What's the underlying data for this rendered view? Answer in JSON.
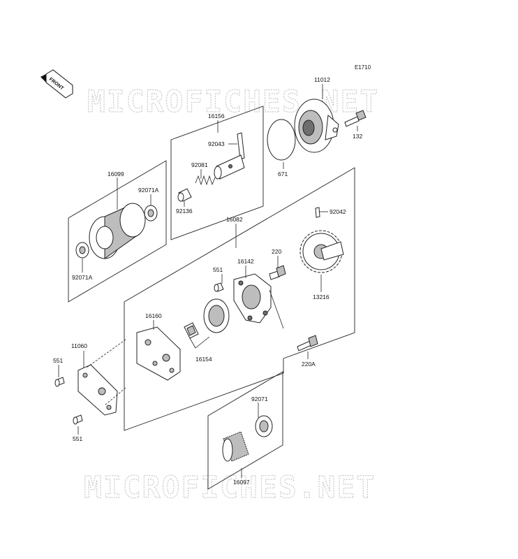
{
  "diagram": {
    "id_label": "E1710",
    "front_label": "FRONT",
    "watermark_text": "MICROFICHES.NET",
    "colors": {
      "line": "#222222",
      "shade": "#bdbdbd",
      "watermark": "#c9c9c9"
    },
    "parts": [
      {
        "key": "p11012",
        "number": "11012"
      },
      {
        "key": "p132",
        "number": "132"
      },
      {
        "key": "p16156",
        "number": "16156"
      },
      {
        "key": "p92043",
        "number": "92043"
      },
      {
        "key": "p92081",
        "number": "92081"
      },
      {
        "key": "p92136",
        "number": "92136"
      },
      {
        "key": "p671",
        "number": "671"
      },
      {
        "key": "p16099",
        "number": "16099"
      },
      {
        "key": "p92071A_top",
        "number": "92071A"
      },
      {
        "key": "p92071A_bottom",
        "number": "92071A"
      },
      {
        "key": "p16082",
        "number": "16082"
      },
      {
        "key": "p92042",
        "number": "92042"
      },
      {
        "key": "p220",
        "number": "220"
      },
      {
        "key": "p551_mid",
        "number": "551"
      },
      {
        "key": "p16142",
        "number": "16142"
      },
      {
        "key": "p13216",
        "number": "13216"
      },
      {
        "key": "p16160",
        "number": "16160"
      },
      {
        "key": "p11060",
        "number": "11060"
      },
      {
        "key": "p551_left",
        "number": "551"
      },
      {
        "key": "p16154",
        "number": "16154"
      },
      {
        "key": "p220A",
        "number": "220A"
      },
      {
        "key": "p92071",
        "number": "92071"
      },
      {
        "key": "p551_bottom",
        "number": "551"
      },
      {
        "key": "p16097",
        "number": "16097"
      }
    ]
  }
}
